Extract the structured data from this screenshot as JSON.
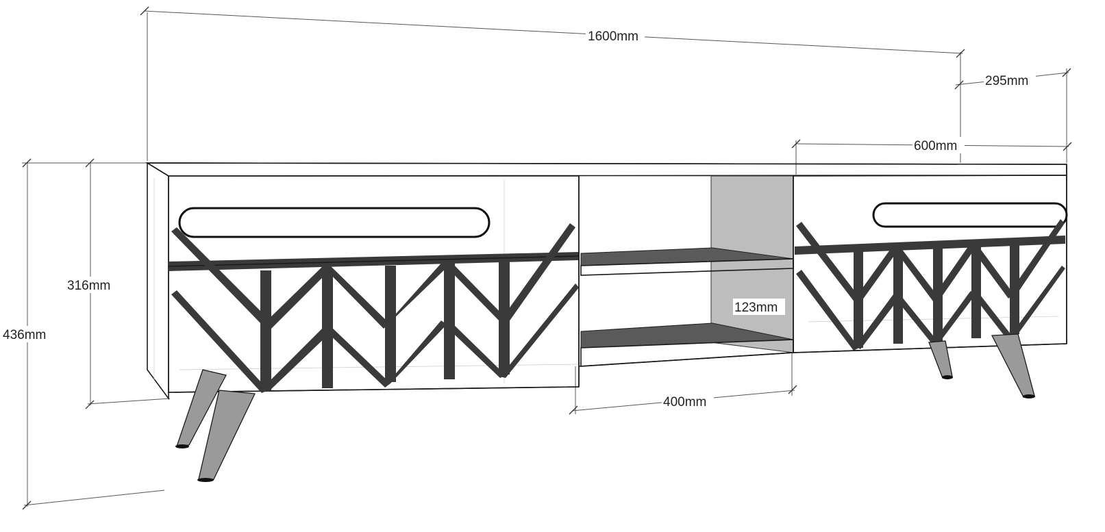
{
  "dimensions": {
    "width": "1600mm",
    "depth": "295mm",
    "drawer_width": "600mm",
    "body_height": "316mm",
    "total_height": "436mm",
    "shelf_spacing": "123mm",
    "open_width": "400mm"
  },
  "colors": {
    "line": "#1a1a1a",
    "shelf": "#5a5a5a",
    "back_panel": "#bdbdbd"
  }
}
